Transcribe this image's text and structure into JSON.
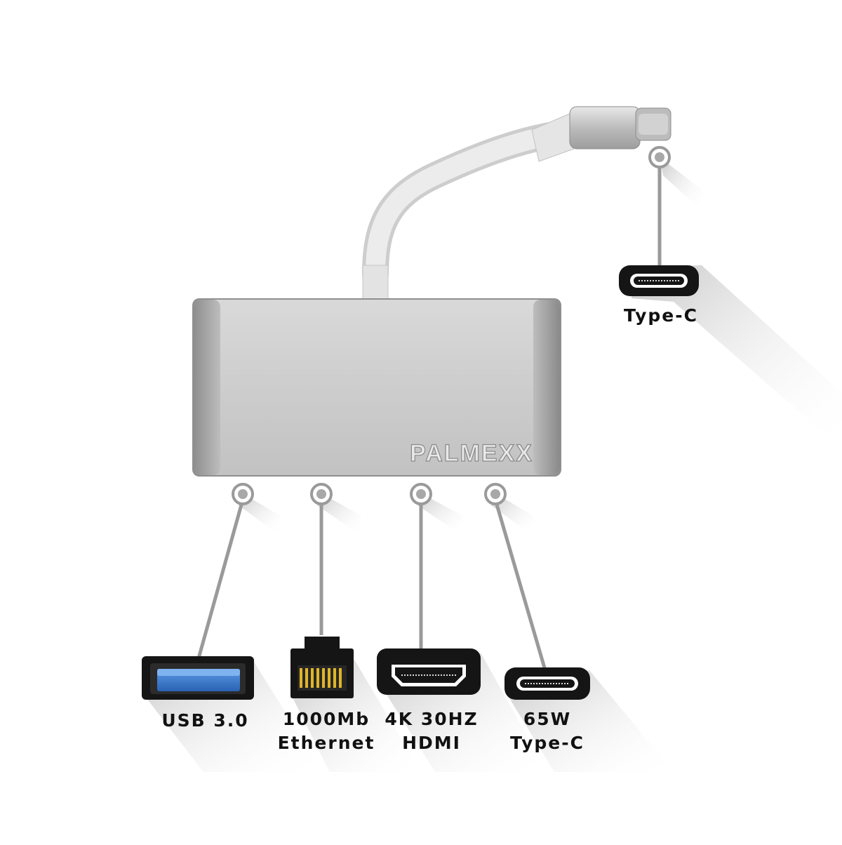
{
  "brand": "PALMEXX",
  "ports": {
    "input_typec": {
      "label": "Type-C",
      "icon": "type-c-port-icon"
    },
    "usb": {
      "label": "USB 3.0",
      "icon": "usb-a-port-icon",
      "accent": "#3a7fd0"
    },
    "ethernet": {
      "line1": "1000Mb",
      "line2": "Ethernet",
      "icon": "rj45-port-icon",
      "accent": "#e0b428"
    },
    "hdmi": {
      "line1": "4K 30HZ",
      "line2": "HDMI",
      "icon": "hdmi-port-icon"
    },
    "pd_typec": {
      "line1": "65W",
      "line2": "Type-C",
      "icon": "type-c-port-icon"
    }
  },
  "colors": {
    "body_silver": "#cfcfcf",
    "cable_white": "#e6e6e6",
    "port_black": "#151515",
    "leader_gray": "#9a9a9a",
    "shadow_gray": "#d6d6d6"
  }
}
